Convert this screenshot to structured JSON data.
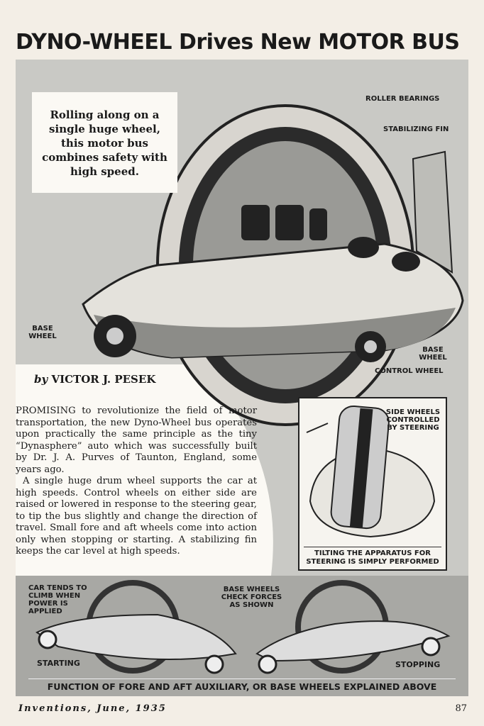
{
  "title": "DYNO-WHEEL Drives New MOTOR BUS",
  "caption": "Rolling along on a single huge wheel, this motor bus combines safety with high speed.",
  "labels": {
    "roller_bearings": "ROLLER BEARINGS",
    "stabilizing_fin": "STABILIZING FIN",
    "base_wheel": "BASE WHEEL",
    "base_wheel_right": "BASE WHEEL",
    "control_wheel": "CONTROL WHEEL"
  },
  "byline": {
    "prefix": "by",
    "author": "VICTOR J. PESEK"
  },
  "body": [
    "PROMISING to revolutionize the field of motor transportation, the new Dyno-Wheel bus operates upon practically the same principle as the tiny “Dynasphere” auto which was successfully built by Dr. J. A. Purves of Taunton, England, some years ago.",
    "A single huge drum wheel supports the car at high speeds. Control wheels on either side are raised or lowered in response to the steering gear, to tip the bus slightly and change the direction of travel. Small fore and aft wheels come into action only when stopping or starting. A stabilizing fin keeps the car level at high speeds."
  ],
  "inset": {
    "label": "SIDE WHEELS CONTROLLED BY STEERING",
    "caption": "TILTING THE APPARATUS FOR STEERING IS SIMPLY PERFORMED"
  },
  "bottom": {
    "climb": "CAR TENDS TO CLIMB WHEN POWER IS APPLIED",
    "check": "BASE WHEELS CHECK FORCES AS SHOWN",
    "starting": "STARTING",
    "stopping": "STOPPING",
    "caption": "FUNCTION OF FORE AND AFT AUXILIARY, OR BASE WHEELS EXPLAINED ABOVE"
  },
  "footer": {
    "source": "Inventions, June, 1935",
    "page": "87"
  }
}
